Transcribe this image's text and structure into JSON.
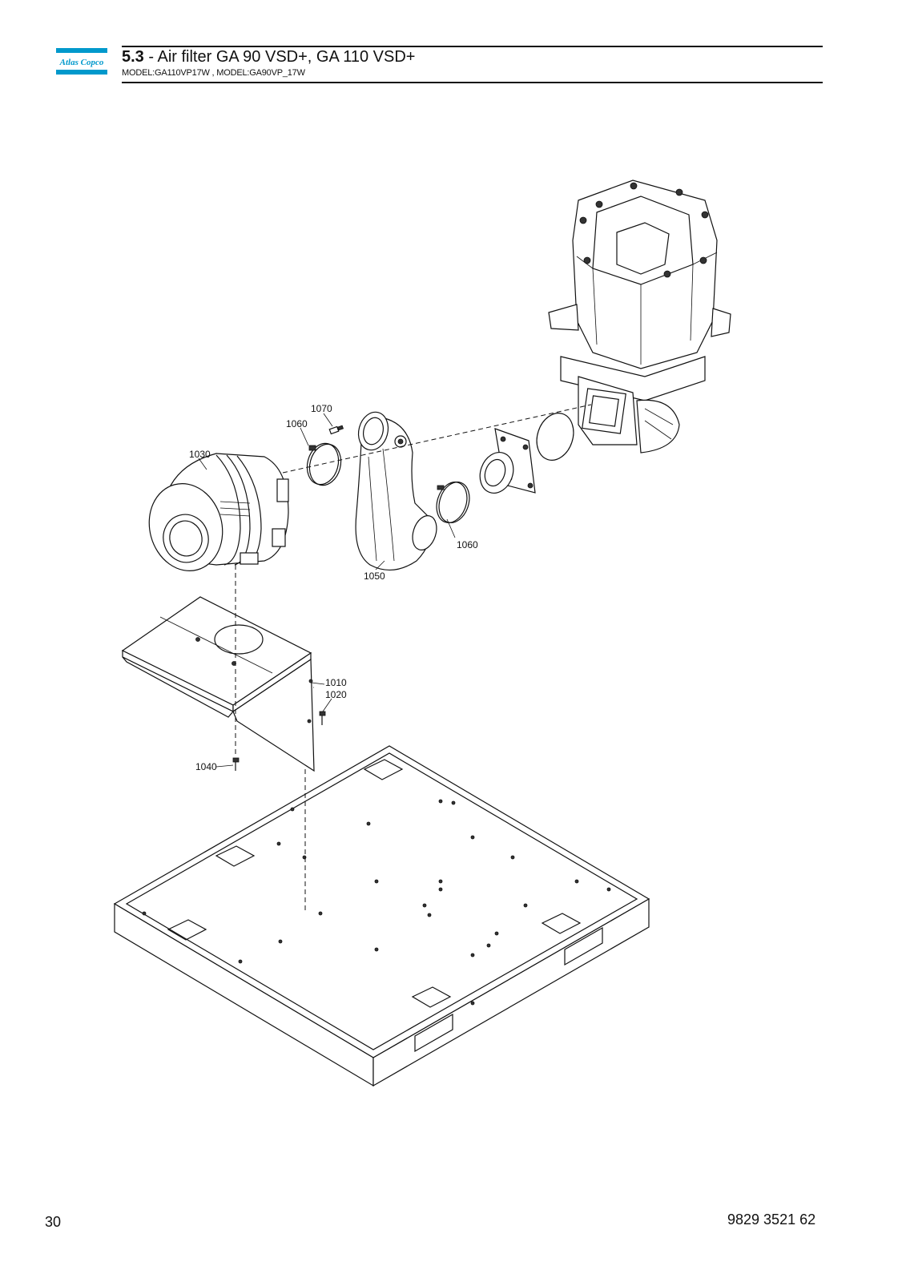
{
  "header": {
    "logo_text": "Atlas Copco",
    "section_number": "5.3",
    "section_title": " - Air filter GA 90 VSD+, GA 110 VSD+",
    "models": "MODEL:GA110VP17W , MODEL:GA90VP_17W"
  },
  "colors": {
    "logo_blue": "#0099cc",
    "text": "#111111"
  },
  "callouts": {
    "c1010": "1010",
    "c1020": "1020",
    "c1030": "1030",
    "c1040": "1040",
    "c1050": "1050",
    "c1060a": "1060",
    "c1060b": "1060",
    "c1070": "1070"
  },
  "footer": {
    "page_number": "30",
    "document_number": "9829 3521 62"
  }
}
